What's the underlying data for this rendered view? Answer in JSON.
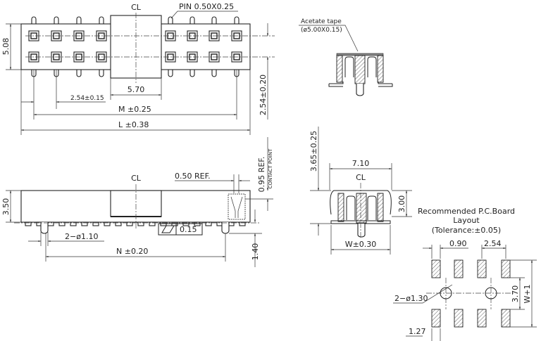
{
  "top_view": {
    "centerline": "CL",
    "pin_label": "PIN  0.50X0.25",
    "dim_height": "5.08",
    "dim_center": "5.70",
    "dim_pitch": "2.54±0.15",
    "dim_m": "M  ±0.25",
    "dim_l": "L  ±0.38",
    "dim_row_pitch": "2.54±0.20",
    "dim_contact": "0.95  REF.",
    "contact_point": "CONTACT POINT"
  },
  "side_view": {
    "centerline": "CL",
    "dim_ref": "0.50  REF.",
    "dim_height": "3.50",
    "dim_post": "2−ø1.10",
    "dim_n": "N  ±0.20",
    "flatness": "0.15",
    "dim_post_len": "1.40"
  },
  "tape_view": {
    "label_line1": "Acetate  tape",
    "label_line2": "(ø5.00X0.15)"
  },
  "end_view": {
    "centerline": "CL",
    "dim_overall_height": "3.65±0.25",
    "dim_width": "7.10",
    "dim_body_height": "3.00",
    "dim_w": "W±0.30"
  },
  "pcb_layout": {
    "title_line1": "Recommended  P.C.Board",
    "title_line2": "Layout",
    "title_line3": "(Tolerance:±0.05)",
    "dim_pad": "0.90",
    "dim_pitch": "2.54",
    "dim_hole": "2−ø1.30",
    "dim_offset": "1.27",
    "dim_row": "3.70",
    "dim_w": "W+1"
  }
}
